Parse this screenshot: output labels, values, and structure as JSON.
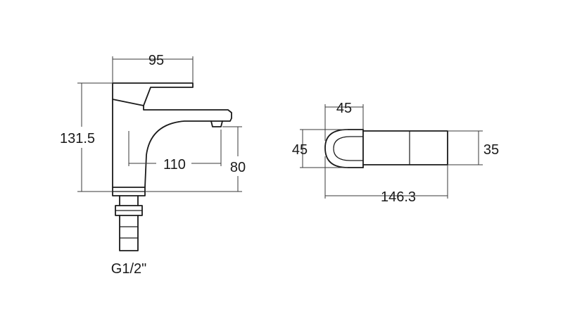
{
  "dimensions": {
    "side_lever_width": "95",
    "total_height": "131.5",
    "spout_reach": "110",
    "spout_height": "80",
    "thread": "G1/2\"",
    "top_lever_width": "45",
    "top_body_depth": "45",
    "top_total_length": "146.3",
    "top_lever_depth": "35"
  }
}
